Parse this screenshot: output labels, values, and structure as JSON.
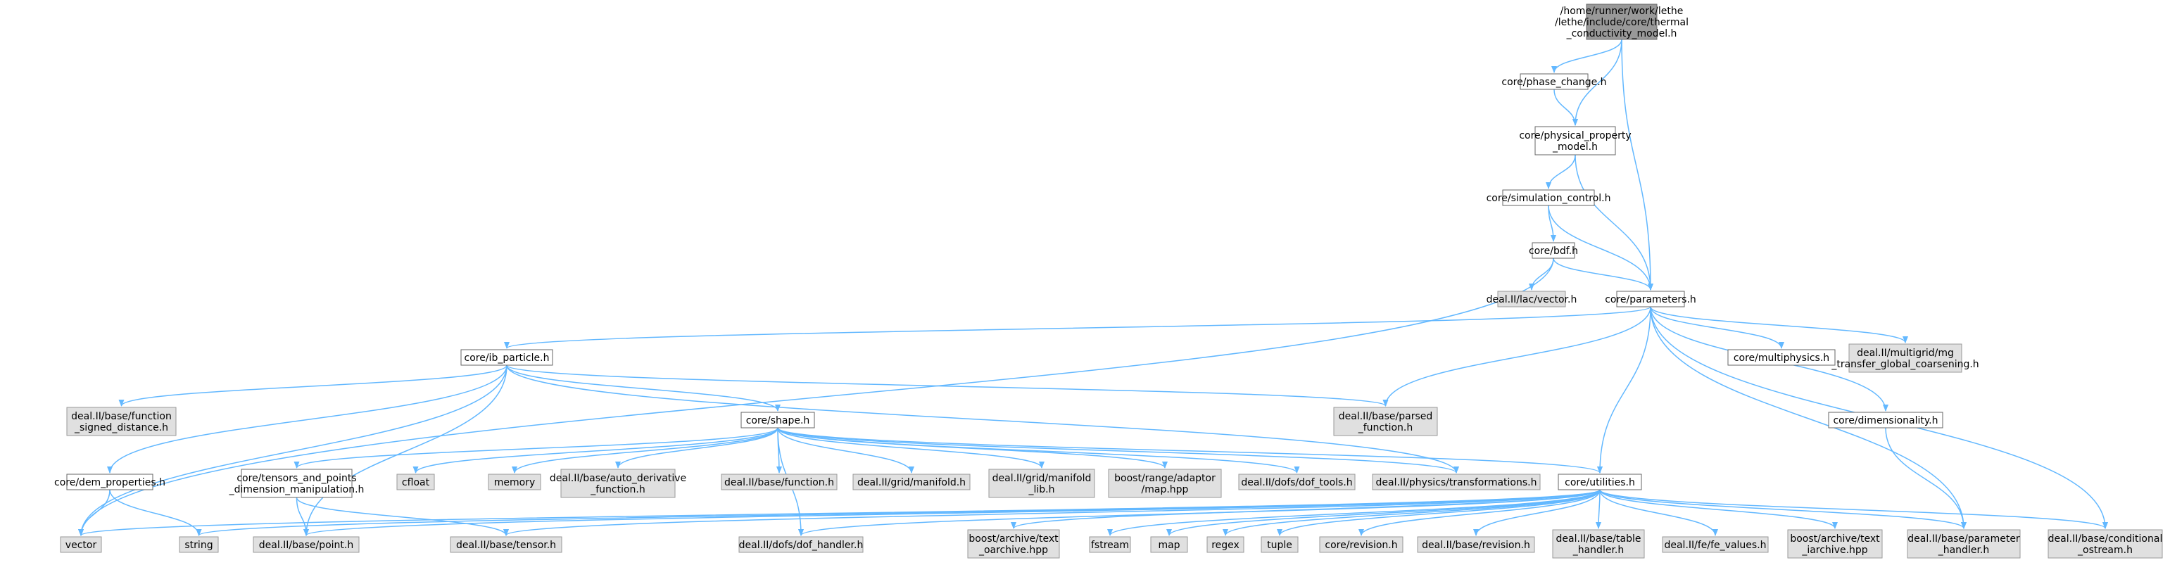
{
  "colors": {
    "root_fill": "#999999",
    "file_fill": "#ffffff",
    "external_fill": "#e0e0e0",
    "node_border_root": "#666666",
    "node_border_file": "#666666",
    "node_border_external": "#999999",
    "edge": "#63b8ff",
    "text": "#000000"
  },
  "nodes": [
    {
      "id": "root",
      "lines": [
        "/home/runner/work/lethe",
        "/lethe/include/core/thermal",
        "_conductivity_model.h"
      ],
      "kind": "root",
      "interactable": true
    },
    {
      "id": "phase_change",
      "lines": [
        "core/phase_change.h"
      ],
      "kind": "file",
      "interactable": true
    },
    {
      "id": "physical_property_model",
      "lines": [
        "core/physical_property",
        "_model.h"
      ],
      "kind": "file",
      "interactable": true
    },
    {
      "id": "simulation_control",
      "lines": [
        "core/simulation_control.h"
      ],
      "kind": "file",
      "interactable": true
    },
    {
      "id": "bdf",
      "lines": [
        "core/bdf.h"
      ],
      "kind": "file",
      "interactable": true
    },
    {
      "id": "lac_vector",
      "lines": [
        "deal.II/lac/vector.h"
      ],
      "kind": "external",
      "interactable": false
    },
    {
      "id": "parameters",
      "lines": [
        "core/parameters.h"
      ],
      "kind": "file",
      "interactable": true
    },
    {
      "id": "ib_particle",
      "lines": [
        "core/ib_particle.h"
      ],
      "kind": "file",
      "interactable": true
    },
    {
      "id": "multiphysics",
      "lines": [
        "core/multiphysics.h"
      ],
      "kind": "file",
      "interactable": true
    },
    {
      "id": "mg_transfer",
      "lines": [
        "deal.II/multigrid/mg",
        "_transfer_global_coarsening.h"
      ],
      "kind": "external",
      "interactable": false
    },
    {
      "id": "function_signed_distance",
      "lines": [
        "deal.II/base/function",
        "_signed_distance.h"
      ],
      "kind": "external",
      "interactable": false
    },
    {
      "id": "parsed_function",
      "lines": [
        "deal.II/base/parsed",
        "_function.h"
      ],
      "kind": "external",
      "interactable": false
    },
    {
      "id": "dimensionality",
      "lines": [
        "core/dimensionality.h"
      ],
      "kind": "file",
      "interactable": true
    },
    {
      "id": "shape",
      "lines": [
        "core/shape.h"
      ],
      "kind": "file",
      "interactable": true
    },
    {
      "id": "dem_properties",
      "lines": [
        "core/dem_properties.h"
      ],
      "kind": "file",
      "interactable": true
    },
    {
      "id": "tensors_and_points",
      "lines": [
        "core/tensors_and_points",
        "_dimension_manipulation.h"
      ],
      "kind": "file",
      "interactable": true
    },
    {
      "id": "cfloat",
      "lines": [
        "cfloat"
      ],
      "kind": "external",
      "interactable": false
    },
    {
      "id": "memory",
      "lines": [
        "memory"
      ],
      "kind": "external",
      "interactable": false
    },
    {
      "id": "auto_derivative_function",
      "lines": [
        "deal.II/base/auto_derivative",
        "_function.h"
      ],
      "kind": "external",
      "interactable": false
    },
    {
      "id": "base_function",
      "lines": [
        "deal.II/base/function.h"
      ],
      "kind": "external",
      "interactable": false
    },
    {
      "id": "grid_manifold",
      "lines": [
        "deal.II/grid/manifold.h"
      ],
      "kind": "external",
      "interactable": false
    },
    {
      "id": "grid_manifold_lib",
      "lines": [
        "deal.II/grid/manifold",
        "_lib.h"
      ],
      "kind": "external",
      "interactable": false
    },
    {
      "id": "boost_range_map",
      "lines": [
        "boost/range/adaptor",
        "/map.hpp"
      ],
      "kind": "external",
      "interactable": false
    },
    {
      "id": "dofs_dof_tools",
      "lines": [
        "deal.II/dofs/dof_tools.h"
      ],
      "kind": "external",
      "interactable": false
    },
    {
      "id": "physics_transformations",
      "lines": [
        "deal.II/physics/transformations.h"
      ],
      "kind": "external",
      "interactable": false
    },
    {
      "id": "utilities",
      "lines": [
        "core/utilities.h"
      ],
      "kind": "file",
      "interactable": true
    },
    {
      "id": "vector",
      "lines": [
        "vector"
      ],
      "kind": "external",
      "interactable": false
    },
    {
      "id": "string",
      "lines": [
        "string"
      ],
      "kind": "external",
      "interactable": false
    },
    {
      "id": "base_point",
      "lines": [
        "deal.II/base/point.h"
      ],
      "kind": "external",
      "interactable": false
    },
    {
      "id": "base_tensor",
      "lines": [
        "deal.II/base/tensor.h"
      ],
      "kind": "external",
      "interactable": false
    },
    {
      "id": "dof_handler",
      "lines": [
        "deal.II/dofs/dof_handler.h"
      ],
      "kind": "external",
      "interactable": false
    },
    {
      "id": "text_oarchive",
      "lines": [
        "boost/archive/text",
        "_oarchive.hpp"
      ],
      "kind": "external",
      "interactable": false
    },
    {
      "id": "fstream",
      "lines": [
        "fstream"
      ],
      "kind": "external",
      "interactable": false
    },
    {
      "id": "map",
      "lines": [
        "map"
      ],
      "kind": "external",
      "interactable": false
    },
    {
      "id": "regex",
      "lines": [
        "regex"
      ],
      "kind": "external",
      "interactable": false
    },
    {
      "id": "tuple",
      "lines": [
        "tuple"
      ],
      "kind": "external",
      "interactable": false
    },
    {
      "id": "core_revision",
      "lines": [
        "core/revision.h"
      ],
      "kind": "external",
      "interactable": false
    },
    {
      "id": "base_revision",
      "lines": [
        "deal.II/base/revision.h"
      ],
      "kind": "external",
      "interactable": false
    },
    {
      "id": "table_handler",
      "lines": [
        "deal.II/base/table",
        "_handler.h"
      ],
      "kind": "external",
      "interactable": false
    },
    {
      "id": "fe_values",
      "lines": [
        "deal.II/fe/fe_values.h"
      ],
      "kind": "external",
      "interactable": false
    },
    {
      "id": "text_iarchive",
      "lines": [
        "boost/archive/text",
        "_iarchive.hpp"
      ],
      "kind": "external",
      "interactable": false
    },
    {
      "id": "parameter_handler",
      "lines": [
        "deal.II/base/parameter",
        "_handler.h"
      ],
      "kind": "external",
      "interactable": false
    },
    {
      "id": "conditional_ostream",
      "lines": [
        "deal.II/base/conditional",
        "_ostream.h"
      ],
      "kind": "external",
      "interactable": false
    }
  ],
  "edges": [
    [
      "root",
      "phase_change"
    ],
    [
      "root",
      "physical_property_model"
    ],
    [
      "root",
      "parameters"
    ],
    [
      "phase_change",
      "physical_property_model"
    ],
    [
      "physical_property_model",
      "simulation_control"
    ],
    [
      "physical_property_model",
      "parameters"
    ],
    [
      "simulation_control",
      "bdf"
    ],
    [
      "simulation_control",
      "parameters"
    ],
    [
      "bdf",
      "lac_vector"
    ],
    [
      "bdf",
      "parameters"
    ],
    [
      "bdf",
      "vector"
    ],
    [
      "parameters",
      "ib_particle"
    ],
    [
      "parameters",
      "multiphysics"
    ],
    [
      "parameters",
      "mg_transfer"
    ],
    [
      "parameters",
      "parsed_function"
    ],
    [
      "parameters",
      "dimensionality"
    ],
    [
      "parameters",
      "utilities"
    ],
    [
      "parameters",
      "parameter_handler"
    ],
    [
      "parameters",
      "conditional_ostream"
    ],
    [
      "ib_particle",
      "function_signed_distance"
    ],
    [
      "ib_particle",
      "parsed_function"
    ],
    [
      "ib_particle",
      "shape"
    ],
    [
      "ib_particle",
      "dem_properties"
    ],
    [
      "ib_particle",
      "vector"
    ],
    [
      "ib_particle",
      "base_point"
    ],
    [
      "ib_particle",
      "physics_transformations"
    ],
    [
      "dimensionality",
      "parameter_handler"
    ],
    [
      "dem_properties",
      "vector"
    ],
    [
      "dem_properties",
      "string"
    ],
    [
      "shape",
      "tensors_and_points"
    ],
    [
      "shape",
      "cfloat"
    ],
    [
      "shape",
      "memory"
    ],
    [
      "shape",
      "auto_derivative_function"
    ],
    [
      "shape",
      "base_function"
    ],
    [
      "shape",
      "grid_manifold"
    ],
    [
      "shape",
      "grid_manifold_lib"
    ],
    [
      "shape",
      "boost_range_map"
    ],
    [
      "shape",
      "dofs_dof_tools"
    ],
    [
      "shape",
      "physics_transformations"
    ],
    [
      "shape",
      "utilities"
    ],
    [
      "shape",
      "dof_handler"
    ],
    [
      "tensors_and_points",
      "base_point"
    ],
    [
      "tensors_and_points",
      "base_tensor"
    ],
    [
      "utilities",
      "vector"
    ],
    [
      "utilities",
      "string"
    ],
    [
      "utilities",
      "base_point"
    ],
    [
      "utilities",
      "base_tensor"
    ],
    [
      "utilities",
      "dof_handler"
    ],
    [
      "utilities",
      "text_oarchive"
    ],
    [
      "utilities",
      "fstream"
    ],
    [
      "utilities",
      "map"
    ],
    [
      "utilities",
      "regex"
    ],
    [
      "utilities",
      "tuple"
    ],
    [
      "utilities",
      "core_revision"
    ],
    [
      "utilities",
      "base_revision"
    ],
    [
      "utilities",
      "table_handler"
    ],
    [
      "utilities",
      "fe_values"
    ],
    [
      "utilities",
      "text_iarchive"
    ],
    [
      "utilities",
      "parameter_handler"
    ],
    [
      "utilities",
      "conditional_ostream"
    ]
  ]
}
